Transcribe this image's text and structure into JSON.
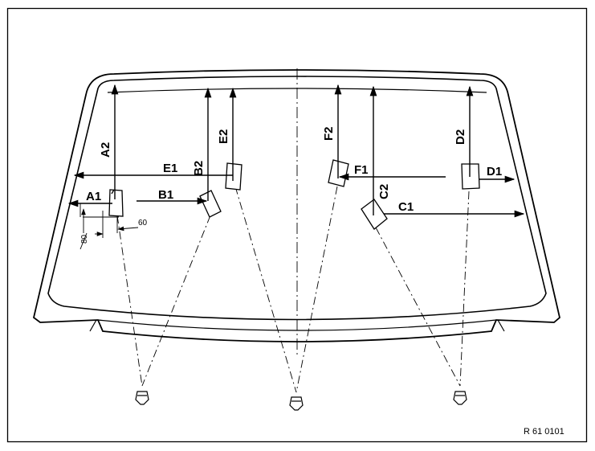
{
  "diagram": {
    "labels": {
      "A1": "A1",
      "A2": "A2",
      "B1": "B1",
      "B2": "B2",
      "C1": "C1",
      "C2": "C2",
      "D1": "D1",
      "D2": "D2",
      "E1": "E1",
      "E2": "E2",
      "F1": "F1",
      "F2": "F2"
    },
    "dims": {
      "d60": "60",
      "d80": "80"
    },
    "reference": "R 61 0101",
    "colors": {
      "line": "#000000",
      "background": "#ffffff"
    }
  }
}
